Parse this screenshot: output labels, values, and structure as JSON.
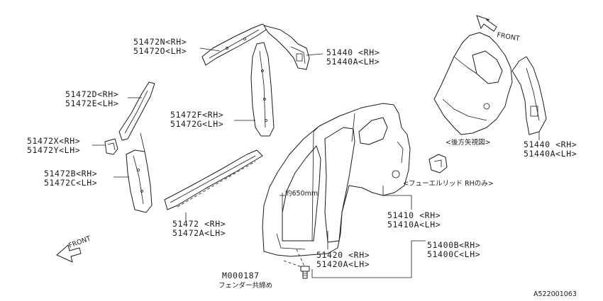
{
  "labels": {
    "p51472n": "51472N<RH>",
    "p51472o": "51472O<LH>",
    "p51440_top": "51440 <RH>",
    "p51440a_top": "51440A<LH>",
    "p51472d": "51472D<RH>",
    "p51472e": "51472E<LH>",
    "p51472f": "51472F<RH>",
    "p51472g": "51472G<LH>",
    "p51472x": "51472X<RH>",
    "p51472y": "51472Y<LH>",
    "p51472b": "51472B<RH>",
    "p51472c": "51472C<LH>",
    "p51472": "51472 <RH>",
    "p51472a": "51472A<LH>",
    "p51410": "51410 <RH>",
    "p51410a": "51410A<LH>",
    "p51420": "51420 <RH>",
    "p51420a": "51420A<LH>",
    "p51400b": "51400B<RH>",
    "p51400c": "51400C<LH>",
    "p51440_right": "51440 <RH>",
    "p51440a_right": "51440A<LH>",
    "m000187": "M000187",
    "fender_note": "フェンダー共締め",
    "rear_view": "<後方矢視図>",
    "rh_only": "<フューエルリッド RHのみ>",
    "dimension": "約650mm",
    "front_top": "FRONT",
    "front_bottom": "FRONT",
    "diagram_code": "A522001063"
  },
  "colors": {
    "line": "#1a1a1a",
    "background": "#ffffff"
  }
}
